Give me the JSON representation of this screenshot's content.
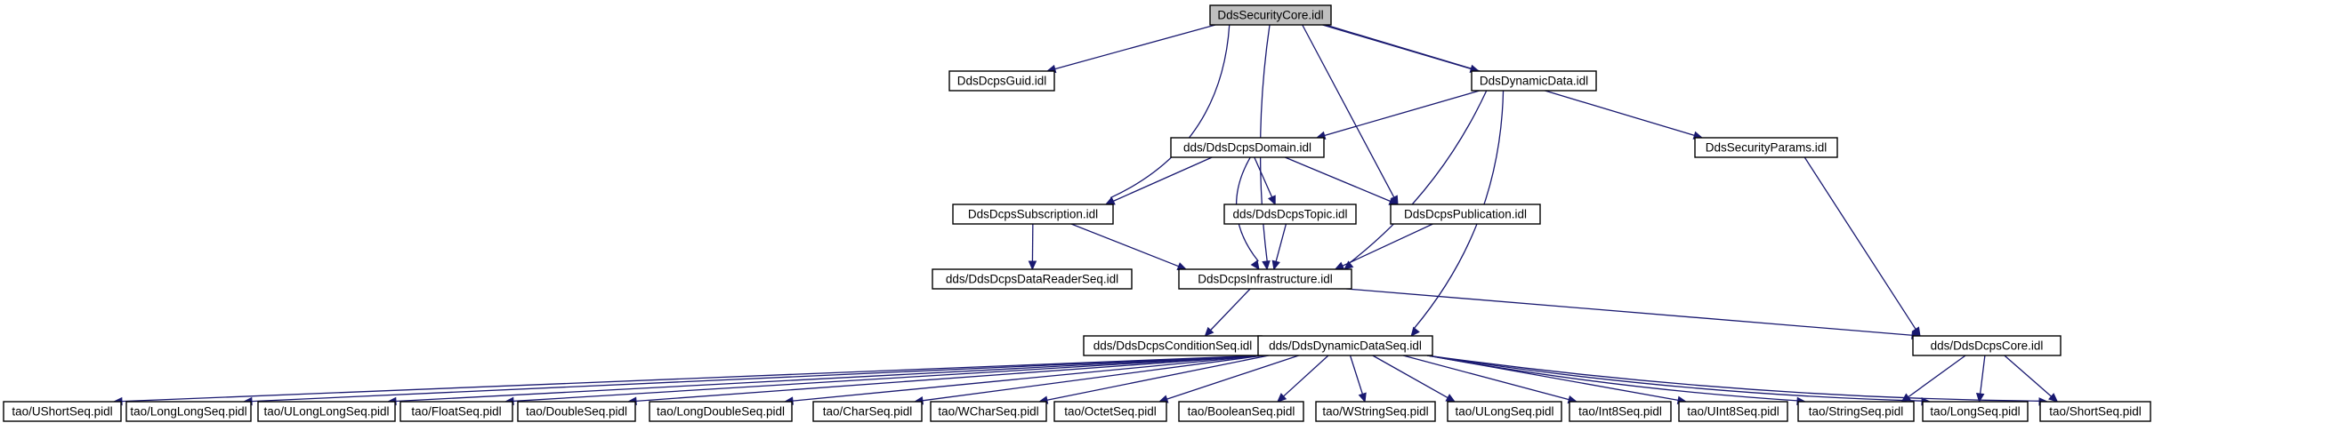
{
  "diagram": {
    "title": "",
    "colors": {
      "edge": "#191970",
      "root_fill": "#bfbfbf",
      "node_fill": "#ffffff",
      "border": "#000000"
    },
    "nodes": [
      {
        "id": "core",
        "label": "DdsSecurityCore.idl",
        "root": true
      },
      {
        "id": "guid",
        "label": "DdsDcpsGuid.idl"
      },
      {
        "id": "dyndata",
        "label": "DdsDynamicData.idl"
      },
      {
        "id": "secparams",
        "label": "DdsSecurityParams.idl"
      },
      {
        "id": "domain",
        "label": "dds/DdsDcpsDomain.idl"
      },
      {
        "id": "subscription",
        "label": "DdsDcpsSubscription.idl"
      },
      {
        "id": "topic",
        "label": "dds/DdsDcpsTopic.idl"
      },
      {
        "id": "publication",
        "label": "DdsDcpsPublication.idl"
      },
      {
        "id": "readerseq",
        "label": "dds/DdsDcpsDataReaderSeq.idl"
      },
      {
        "id": "infra",
        "label": "DdsDcpsInfrastructure.idl"
      },
      {
        "id": "condseq",
        "label": "dds/DdsDcpsConditionSeq.idl"
      },
      {
        "id": "dynseq",
        "label": "dds/DdsDynamicDataSeq.idl"
      },
      {
        "id": "dcpscore",
        "label": "dds/DdsDcpsCore.idl"
      },
      {
        "id": "ushort",
        "label": "tao/UShortSeq.pidl"
      },
      {
        "id": "longlong",
        "label": "tao/LongLongSeq.pidl"
      },
      {
        "id": "ulonglong",
        "label": "tao/ULongLongSeq.pidl"
      },
      {
        "id": "float",
        "label": "tao/FloatSeq.pidl"
      },
      {
        "id": "double",
        "label": "tao/DoubleSeq.pidl"
      },
      {
        "id": "longdouble",
        "label": "tao/LongDoubleSeq.pidl"
      },
      {
        "id": "char",
        "label": "tao/CharSeq.pidl"
      },
      {
        "id": "wchar",
        "label": "tao/WCharSeq.pidl"
      },
      {
        "id": "octet",
        "label": "tao/OctetSeq.pidl"
      },
      {
        "id": "boolean",
        "label": "tao/BooleanSeq.pidl"
      },
      {
        "id": "wstring",
        "label": "tao/WStringSeq.pidl"
      },
      {
        "id": "ulong",
        "label": "tao/ULongSeq.pidl"
      },
      {
        "id": "int8",
        "label": "tao/Int8Seq.pidl"
      },
      {
        "id": "uint8",
        "label": "tao/UInt8Seq.pidl"
      },
      {
        "id": "string",
        "label": "tao/StringSeq.pidl"
      },
      {
        "id": "long",
        "label": "tao/LongSeq.pidl"
      },
      {
        "id": "short",
        "label": "tao/ShortSeq.pidl"
      }
    ],
    "edges": [
      [
        "core",
        "guid"
      ],
      [
        "core",
        "dyndata"
      ],
      [
        "core",
        "secparams"
      ],
      [
        "core",
        "subscription"
      ],
      [
        "core",
        "infra"
      ],
      [
        "core",
        "publication"
      ],
      [
        "dyndata",
        "domain"
      ],
      [
        "dyndata",
        "infra"
      ],
      [
        "dyndata",
        "dynseq"
      ],
      [
        "secparams",
        "dcpscore"
      ],
      [
        "domain",
        "subscription"
      ],
      [
        "domain",
        "topic"
      ],
      [
        "domain",
        "publication"
      ],
      [
        "domain",
        "infra"
      ],
      [
        "subscription",
        "readerseq"
      ],
      [
        "subscription",
        "infra"
      ],
      [
        "topic",
        "infra"
      ],
      [
        "publication",
        "infra"
      ],
      [
        "infra",
        "condseq"
      ],
      [
        "infra",
        "dcpscore"
      ],
      [
        "dynseq",
        "ushort"
      ],
      [
        "dynseq",
        "longlong"
      ],
      [
        "dynseq",
        "ulonglong"
      ],
      [
        "dynseq",
        "float"
      ],
      [
        "dynseq",
        "double"
      ],
      [
        "dynseq",
        "longdouble"
      ],
      [
        "dynseq",
        "char"
      ],
      [
        "dynseq",
        "wchar"
      ],
      [
        "dynseq",
        "octet"
      ],
      [
        "dynseq",
        "boolean"
      ],
      [
        "dynseq",
        "wstring"
      ],
      [
        "dynseq",
        "ulong"
      ],
      [
        "dynseq",
        "int8"
      ],
      [
        "dynseq",
        "uint8"
      ],
      [
        "dynseq",
        "string"
      ],
      [
        "dynseq",
        "long"
      ],
      [
        "dynseq",
        "short"
      ],
      [
        "dcpscore",
        "string"
      ],
      [
        "dcpscore",
        "long"
      ],
      [
        "dcpscore",
        "short"
      ]
    ]
  }
}
